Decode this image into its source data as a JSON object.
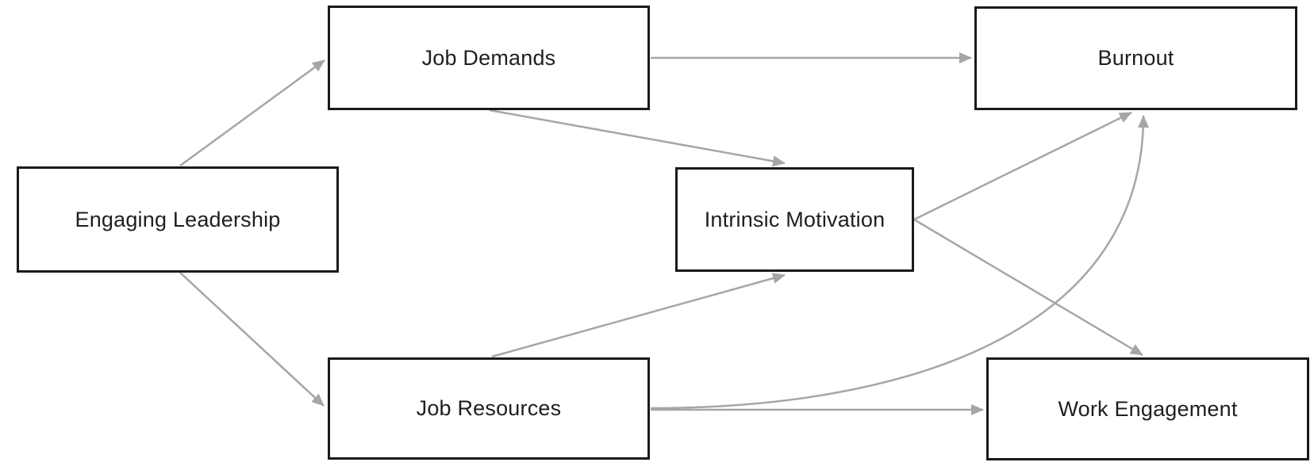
{
  "diagram": {
    "nodes": [
      {
        "id": "engaging-leadership",
        "label": "Engaging Leadership"
      },
      {
        "id": "job-demands",
        "label": "Job Demands"
      },
      {
        "id": "burnout",
        "label": "Burnout"
      },
      {
        "id": "intrinsic-motivation",
        "label": "Intrinsic Motivation"
      },
      {
        "id": "job-resources",
        "label": "Job Resources"
      },
      {
        "id": "work-engagement",
        "label": "Work Engagement"
      }
    ],
    "edges": [
      {
        "from": "Engaging Leadership",
        "to": "Job Demands",
        "style": "straight"
      },
      {
        "from": "Engaging Leadership",
        "to": "Job Resources",
        "style": "straight"
      },
      {
        "from": "Job Demands",
        "to": "Burnout",
        "style": "straight"
      },
      {
        "from": "Job Demands",
        "to": "Intrinsic Motivation",
        "style": "straight"
      },
      {
        "from": "Job Resources",
        "to": "Intrinsic Motivation",
        "style": "straight"
      },
      {
        "from": "Job Resources",
        "to": "Work Engagement",
        "style": "straight"
      },
      {
        "from": "Job Resources",
        "to": "Burnout",
        "style": "curved"
      },
      {
        "from": "Intrinsic Motivation",
        "to": "Burnout",
        "style": "straight"
      },
      {
        "from": "Intrinsic Motivation",
        "to": "Work Engagement",
        "style": "straight"
      }
    ],
    "colors": {
      "arrow": "#a6a6a6",
      "box_border": "#1a1a1a",
      "text": "#1f1f1f",
      "background": "#ffffff"
    }
  }
}
